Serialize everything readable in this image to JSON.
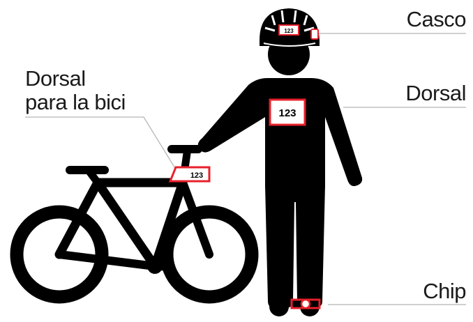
{
  "labels": {
    "helmet": "Casco",
    "race_number": "Dorsal",
    "chip": "Chip",
    "bike_number_line1": "Dorsal",
    "bike_number_line2": "para la bici"
  },
  "bib_numbers": {
    "shirt": "123",
    "bike": "123",
    "helmet": "123"
  },
  "colors": {
    "figure": "#000000",
    "accent": "#e8202a",
    "leader_line": "#b3b3b3",
    "text": "#1a1a1a"
  }
}
